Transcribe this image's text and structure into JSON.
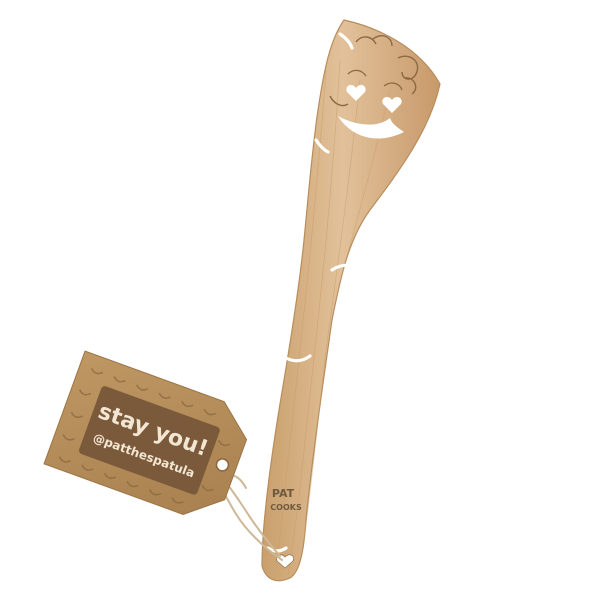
{
  "tag": {
    "headline": "stay you!",
    "handle": "@patthespatula"
  },
  "spatula": {
    "brand_line1": "PAT",
    "brand_line2": "COOKS"
  },
  "colors": {
    "wood": "#dcb98f",
    "wood_dark": "#c9a274",
    "tag_kraft": "#b58d5b",
    "tag_panel": "#7a5a3a",
    "twine": "#cdb896"
  }
}
